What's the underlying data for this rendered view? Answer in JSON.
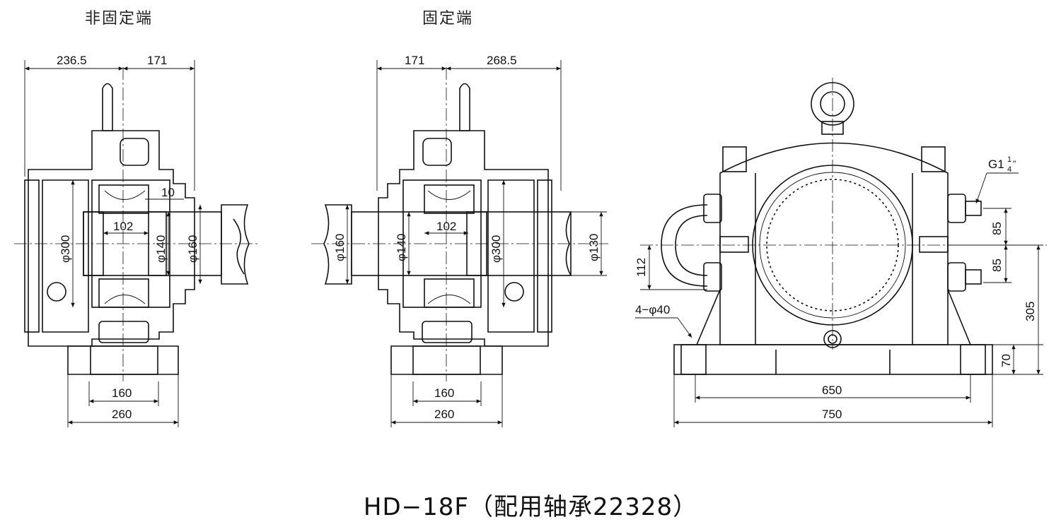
{
  "views": {
    "non_fixed_end": {
      "title": "非固定端"
    },
    "fixed_end": {
      "title": "固定端"
    }
  },
  "caption": "HD−18F（配用轴承22328）",
  "left_view": {
    "dims": [
      "236.5",
      "171",
      "10",
      "102",
      "φ300",
      "φ140",
      "φ160",
      "160",
      "260"
    ]
  },
  "middle_view": {
    "dims": [
      "171",
      "268.5",
      "φ160",
      "φ140",
      "102",
      "φ300",
      "φ130",
      "160",
      "260"
    ]
  },
  "right_view": {
    "dims": [
      "G1",
      "1",
      "4",
      "\"",
      "85",
      "85",
      "112",
      "4−φ40",
      "305",
      "70",
      "650",
      "750"
    ]
  },
  "colors": {
    "line": "#111111",
    "hatch": "#555555",
    "background": "#ffffff"
  }
}
